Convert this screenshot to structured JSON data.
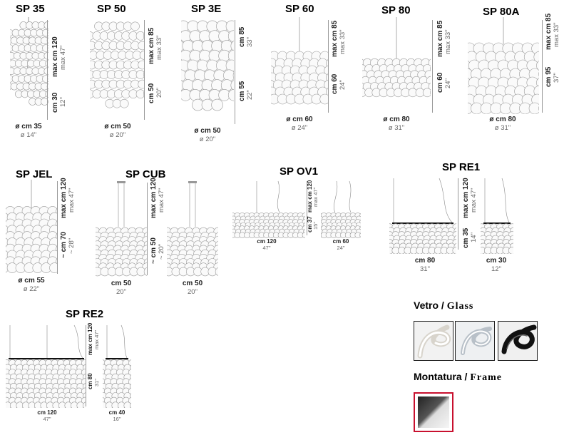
{
  "models": {
    "sp35": {
      "name": "SP 35",
      "max": "max cm 120",
      "max_in": "max 47\"",
      "h": "cm 30",
      "h_in": "12\"",
      "d": "ø cm 35",
      "d_in": "ø 14\""
    },
    "sp50": {
      "name": "SP 50",
      "max": "max cm 85",
      "max_in": "max 33\"",
      "h": "cm 50",
      "h_in": "20\"",
      "d": "ø cm 50",
      "d_in": "ø 20\""
    },
    "sp3e": {
      "name": "SP 3E",
      "max": "cm 85",
      "max_in": "33\"",
      "h": "cm 55",
      "h_in": "22\"",
      "d": "ø cm 50",
      "d_in": "ø 20\""
    },
    "sp60": {
      "name": "SP 60",
      "max": "max cm 85",
      "max_in": "max 33\"",
      "h": "cm 60",
      "h_in": "24\"",
      "d": "ø cm 60",
      "d_in": "ø 24\""
    },
    "sp80": {
      "name": "SP 80",
      "max": "max cm 85",
      "max_in": "max 33\"",
      "h": "cm 60",
      "h_in": "24\"",
      "d": "ø cm 80",
      "d_in": "ø 31\""
    },
    "sp80a": {
      "name": "SP 80A",
      "max": "max cm 85",
      "max_in": "max 33\"",
      "h": "cm 95",
      "h_in": "37\"",
      "d": "ø cm 80",
      "d_in": "ø 31\""
    },
    "spjel": {
      "name": "SP JEL",
      "max": "max cm 120",
      "max_in": "max 47\"",
      "h": "~ cm 70",
      "h_in": "~ 28\"",
      "d": "ø cm 55",
      "d_in": "ø 22\""
    },
    "spcub": {
      "name": "SP CUB",
      "max": "max cm 120",
      "max_in": "max 47\"",
      "h": "~ cm 50",
      "h_in": "~ 20\"",
      "w1": "cm 50",
      "w1_in": "20\"",
      "w2": "cm 50",
      "w2_in": "20\""
    },
    "spov1": {
      "name": "SP OV1",
      "max": "max cm 120",
      "max_in": "max 47\"",
      "h": "cm 37",
      "h_in": "15\"",
      "w1": "cm 120",
      "w1_in": "47\"",
      "w2": "cm 60",
      "w2_in": "24\""
    },
    "spre1": {
      "name": "SP RE1",
      "max": "max cm 120",
      "max_in": "max 47\"",
      "h": "cm 35",
      "h_in": "14\"",
      "w1": "cm 80",
      "w1_in": "31\"",
      "w2": "cm 30",
      "w2_in": "12\""
    },
    "spre2": {
      "name": "SP RE2",
      "max": "max cm 120",
      "max_in": "max 47\"",
      "h": "cm 80",
      "h_in": "31\"",
      "w1": "cm 120",
      "w1_in": "47\"",
      "w2": "cm 40",
      "w2_in": "16\""
    }
  },
  "glass": {
    "title_a": "Vetro / ",
    "title_b": "Glass",
    "swatches": [
      "white",
      "crystal",
      "black"
    ]
  },
  "frame": {
    "title_a": "Montatura / ",
    "title_b": "Frame",
    "swatches": [
      "chrome"
    ]
  },
  "colors": {
    "accent_frame": "#c8102e",
    "black_glass": "#111111"
  }
}
